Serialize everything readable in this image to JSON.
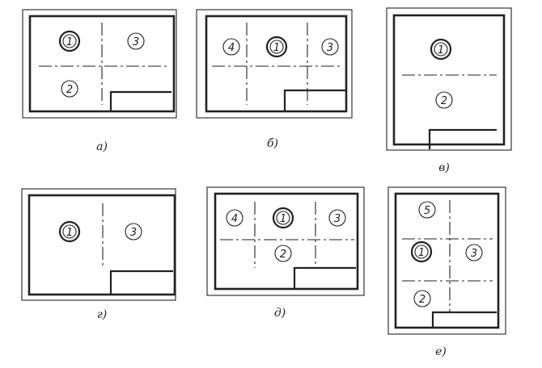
{
  "figure": {
    "panels": [
      {
        "id": "a",
        "caption": "а)",
        "zones": [
          {
            "label": "1",
            "primary": true
          },
          {
            "label": "3",
            "primary": false
          },
          {
            "label": "2",
            "primary": false
          }
        ]
      },
      {
        "id": "b",
        "caption": "б)",
        "zones": [
          {
            "label": "4",
            "primary": false
          },
          {
            "label": "1",
            "primary": true
          },
          {
            "label": "3",
            "primary": false
          }
        ]
      },
      {
        "id": "v",
        "caption": "в)",
        "zones": [
          {
            "label": "1",
            "primary": true
          },
          {
            "label": "2",
            "primary": false
          }
        ]
      },
      {
        "id": "g",
        "caption": "г)",
        "zones": [
          {
            "label": "1",
            "primary": true
          },
          {
            "label": "3",
            "primary": false
          }
        ]
      },
      {
        "id": "d",
        "caption": "д)",
        "zones": [
          {
            "label": "4",
            "primary": false
          },
          {
            "label": "1",
            "primary": true
          },
          {
            "label": "3",
            "primary": false
          },
          {
            "label": "2",
            "primary": false
          }
        ]
      },
      {
        "id": "e",
        "caption": "е)",
        "zones": [
          {
            "label": "5",
            "primary": false
          },
          {
            "label": "1",
            "primary": true
          },
          {
            "label": "3",
            "primary": false
          },
          {
            "label": "2",
            "primary": false
          }
        ]
      }
    ]
  }
}
